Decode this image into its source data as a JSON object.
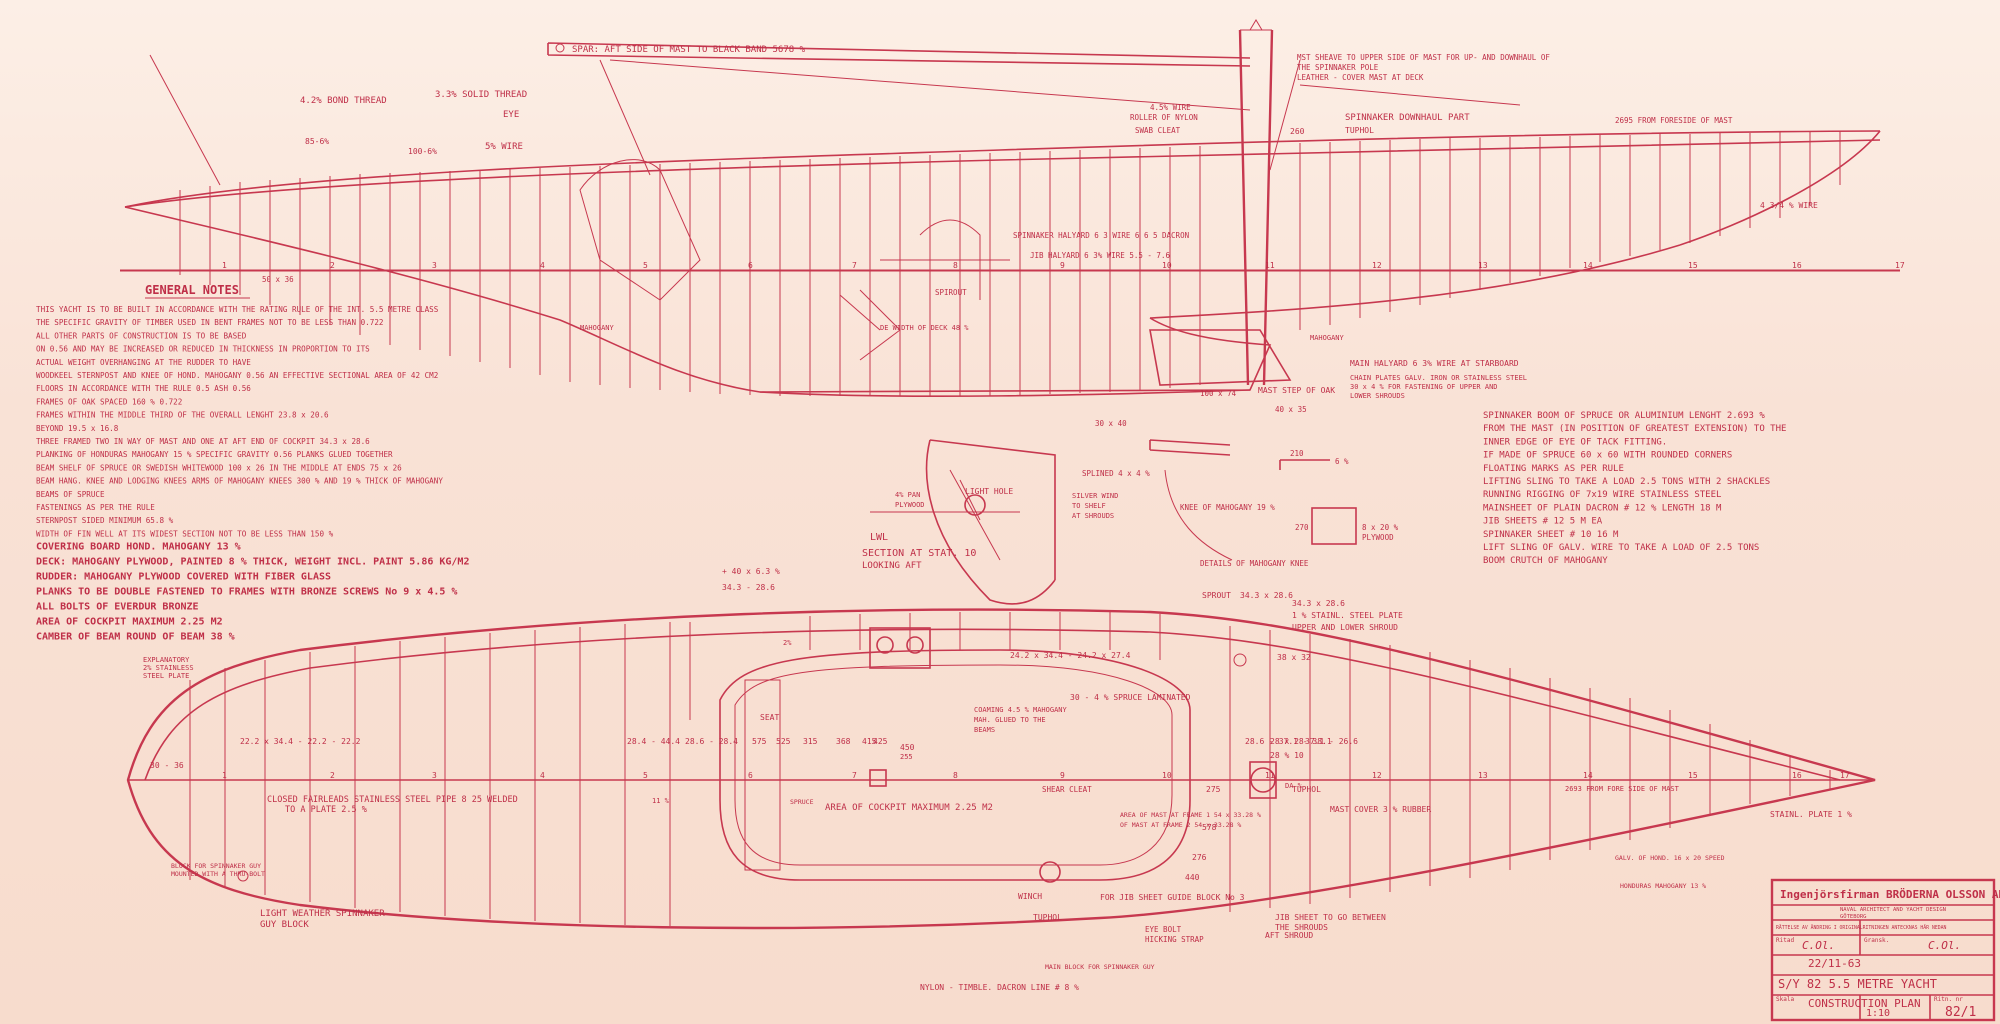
{
  "top_label": "SPAR: AFT SIDE OF MAST TO BLACK BAND 5678 %",
  "profile": {
    "callouts_left": [
      "4.2% BOND THREAD",
      "3.3% SOLID THREAD",
      "EYE",
      "5% WIRE",
      "100-6%",
      "85-6%"
    ],
    "callouts_top": [
      "MST SHEAVE TO UPPER SIDE OF MAST FOR UP- AND DOWNHAUL OF",
      "THE SPINNAKER POLE",
      "LEATHER - COVER MAST AT DECK"
    ],
    "callouts_mid": [
      "4.5% WIRE",
      "ROLLER OF NYLON",
      "SWAB CLEAT",
      "260",
      "SPINNAKER DOWNHAUL PART",
      "TUPHOL",
      "2695 FROM FORESIDE OF MAST"
    ],
    "halyards": [
      "SPINNAKER HALYARD 6 3 WIRE 6 6 5 DACRON",
      "JIB HALYARD 6 3% WIRE 5.5 - 7.6"
    ],
    "lower": [
      "MAIN HALYARD 6 3% WIRE AT STARBOARD",
      "CHAIN PLATES GALV. IRON OR STAINLESS STEEL",
      "30 x 4 % FOR FASTENING OF UPPER AND",
      "LOWER SHROUDS",
      "MAST STEP OF OAK",
      "100 x 74",
      "40 x 35",
      "30 x 40",
      "SPIROUT",
      "DE WIDTH OF DECK 48 %",
      "MAHOGANY",
      "MAHOGANY"
    ],
    "station_nums": [
      "1",
      "2",
      "3",
      "4",
      "5",
      "6",
      "7",
      "8",
      "9",
      "10",
      "11",
      "12",
      "13",
      "14",
      "15",
      "16",
      "17"
    ],
    "batten_note": "4 3/4 % WIRE",
    "hull_label": "50 x 36"
  },
  "general_notes": {
    "title": "GENERAL NOTES",
    "lines": [
      "THIS YACHT IS TO BE BUILT IN ACCORDANCE WITH THE RATING RULE OF THE INT. 5.5 METRE CLASS",
      "THE SPECIFIC GRAVITY OF TIMBER USED IN BENT FRAMES NOT TO BE LESS THAN 0.722",
      "  ALL OTHER PARTS OF CONSTRUCTION IS TO BE BASED",
      "ON 0.56 AND MAY BE INCREASED OR REDUCED IN THICKNESS IN PROPORTION TO ITS",
      "ACTUAL WEIGHT                 OVERHANGING AT THE RUDDER TO HAVE",
      "WOODKEEL STERNPOST AND KNEE OF HOND. MAHOGANY 0.56    AN EFFECTIVE SECTIONAL AREA OF 42 CM2",
      "FLOORS IN ACCORDANCE WITH THE RULE          0.5 ASH  0.56",
      "FRAMES OF OAK SPACED 160 %                 0.722",
      "FRAMES WITHIN THE MIDDLE THIRD OF THE OVERALL LENGHT   23.8 x 20.6",
      "        BEYOND                             19.5 x 16.8",
      "THREE FRAMED TWO IN WAY OF MAST AND ONE AT AFT END OF COCKPIT 34.3 x 28.6",
      "PLANKING OF HONDURAS MAHOGANY 15 % SPECIFIC GRAVITY 0.56 PLANKS GLUED TOGETHER",
      "BEAM SHELF OF SPRUCE OR SWEDISH WHITEWOOD 100 x 26 IN THE MIDDLE AT ENDS 75 x 26",
      "BEAM HANG. KNEE AND LODGING KNEES ARMS OF MAHOGANY KNEES 300 % AND 19 % THICK OF MAHOGANY",
      "BEAMS OF SPRUCE",
      "FASTENINGS AS PER THE RULE",
      "STERNPOST SIDED MINIMUM 65.8 %",
      "WIDTH OF FIN WELL AT ITS WIDEST SECTION NOT TO BE LESS THAN 150 %",
      "COVERING BOARD HOND. MAHOGANY 13 %",
      "DECK: MAHOGANY PLYWOOD, PAINTED 8 % THICK, WEIGHT INCL. PAINT 5.86 KG/M2",
      "RUDDER: MAHOGANY PLYWOOD COVERED WITH FIBER GLASS",
      "PLANKS TO BE DOUBLE FASTENED TO FRAMES WITH BRONZE SCREWS No 9 x 4.5 %",
      "ALL BOLTS OF EVERDUR BRONZE",
      "AREA OF COCKPIT MAXIMUM 2.25 M2",
      "CAMBER OF BEAM ROUND OF BEAM 38 %"
    ]
  },
  "spinnaker_notes": [
    "SPINNAKER BOOM OF SPRUCE OR ALUMINIUM LENGHT 2.693 %",
    "FROM THE MAST (IN POSITION OF GREATEST EXTENSION) TO THE",
    "INNER EDGE OF EYE OF TACK FITTING.",
    "IF MADE OF SPRUCE 60 x 60 WITH ROUNDED CORNERS",
    "FLOATING MARKS AS PER RULE",
    "LIFTING SLING TO TAKE A LOAD 2.5 TONS WITH 2 SHACKLES",
    "RUNNING RIGGING OF 7x19 WIRE STAINLESS STEEL",
    "MAINSHEET OF PLAIN DACRON # 12 % LENGTH 18 M",
    "JIB SHEETS       # 12      5 M EA",
    "SPINNAKER SHEET  # 10      16 M",
    "LIFT SLING OF GALV. WIRE TO TAKE A LOAD OF 2.5 TONS",
    "BOOM CRUTCH OF MAHOGANY"
  ],
  "section": {
    "title": "SECTION AT STAT. 10",
    "subtitle": "LOOKING AFT",
    "labels": [
      "4% PAN",
      "PLYWOOD",
      "LIGHT HOLE",
      "LWL",
      "SPLINED 4 x 4 %",
      "SILVER WIND",
      "TO SHELF",
      "AT SHROUDS",
      "KNEE OF MAHOGANY 19 %",
      "210",
      "6 %",
      "270",
      "8 x 20 %",
      "PLYWOOD",
      "DETAILS OF MAHOGANY KNEE"
    ],
    "sprout": [
      "SPROUT",
      "34.3 x 28.6",
      "34.3 x 28.6",
      "1 % STAINL. STEEL PLATE",
      "UPPER AND LOWER SHROUD",
      "+ 40 x 6.3 %",
      "34.3 - 28.6"
    ]
  },
  "plan": {
    "labels": [
      "EXPLANATORY",
      "2% STAINLESS",
      "STEEL PLATE",
      "22.2 x 34.4 - 22.2 - 22.2",
      "28.4 - 44.4",
      "28.6 - 28.4",
      "30 - 36",
      "28.6 - 37.1 - 38.1",
      "37.1 - 26.6",
      "24.2 x 34.4 - 24.2 x 27.4",
      "COAMING 4.5 % MAHOGANY",
      "MAH. GLUED TO THE",
      "BEAMS",
      "30 - 4 % SPRUCE LAMINATED",
      "38 x 32",
      "28 x 28",
      "28 % 10",
      "SEAT",
      "MAST COVER 3 % RUBBER",
      "TUPHOL",
      "2693 FROM FORE SIDE OF MAST",
      "STAINL. PLATE 1 %",
      "CLOSED FAIRLEADS STAINLESS STEEL PIPE 8 25 WELDED",
      "TO A PLATE 2.5 %",
      "AREA OF COCKPIT MAXIMUM 2.25 M2",
      "SHEAR CLEAT",
      "AREA OF MAST AT FRAME 1 54 x 33.28 %",
      "OF MAST AT FRAME 2 54 x 33.28 %",
      "SPRUCE",
      "11 %",
      "2%",
      "DA %",
      "GALV. OF HOND. 16 x 20 SPEED",
      "HONDURAS MAHOGANY 13 %",
      "BLOCK FOR SPINNAKER GUY",
      "MOUNTED WITH A THRU-BOLT",
      "LIGHT WEATHER SPINNAKER",
      "GUY BLOCK",
      "WINCH",
      "FOR JIB SHEET GUIDE BLOCK No 3",
      "TUPHOL",
      "EYE BOLT",
      "HICKING STRAP",
      "JIB SHEET TO GO BETWEEN",
      "THE SHROUDS",
      "AFT SHROUD",
      "MAIN BLOCK FOR SPINNAKER GUY",
      "NYLON - TIMBLE. DACRON LINE # 8 %",
      "450",
      "425",
      "415",
      "368",
      "315",
      "525",
      "575",
      "275",
      "578",
      "276",
      "440",
      "255"
    ],
    "stations": [
      "1",
      "2",
      "3",
      "4",
      "5",
      "6",
      "7",
      "8",
      "9",
      "10",
      "11",
      "12",
      "13",
      "14",
      "15",
      "16",
      "17"
    ]
  },
  "title_block": {
    "company": "Ingenjörsfirman BRÖDERNA OLSSON AB",
    "sub1": "NAVAL ARCHITECT AND YACHT DESIGN",
    "sub2": "GÖTEBORG",
    "sub3": "RÄTTELSE AV ÄNDRING I ORIGINALRITNINGEN ANTECKNAS HÄR NEDAN",
    "drawn_label": "Ritad",
    "drawn": "C.Ol.",
    "checked_label": "Gransk.",
    "checked": "C.Ol.",
    "date": "22/11-63",
    "project": "S/Y 82  5.5 METRE YACHT",
    "title": "CONSTRUCTION PLAN",
    "scale_label": "Skala",
    "scale": "1:10",
    "no_label": "Ritn. nr",
    "drawing_no": "82/1"
  }
}
